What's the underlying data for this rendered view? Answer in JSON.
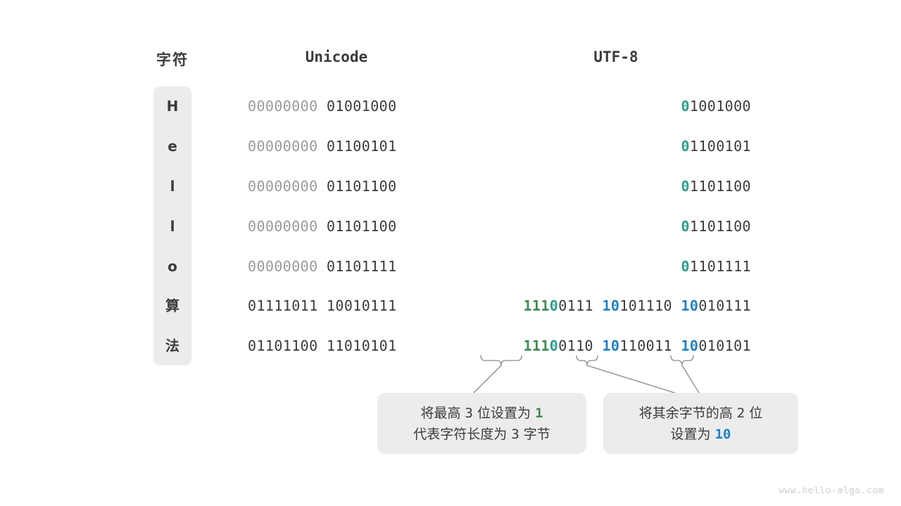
{
  "headers": {
    "char": "字符",
    "unicode": "Unicode",
    "utf8": "UTF-8"
  },
  "colors": {
    "dim": "#9a9a9a",
    "dark": "#3b3b3b",
    "teal": "#2f9e8d",
    "green": "#3d8b4f",
    "blue": "#1f81c2",
    "pill_bg": "#ececec",
    "watermark": "#cfcfcf"
  },
  "rows": [
    {
      "char": "H",
      "unicode": {
        "high": "00000000",
        "low": "01001000"
      },
      "utf8": [
        {
          "prefix": "0",
          "prefix_color": "teal",
          "rest": "1001000"
        }
      ]
    },
    {
      "char": "e",
      "unicode": {
        "high": "00000000",
        "low": "01100101"
      },
      "utf8": [
        {
          "prefix": "0",
          "prefix_color": "teal",
          "rest": "1100101"
        }
      ]
    },
    {
      "char": "l",
      "unicode": {
        "high": "00000000",
        "low": "01101100"
      },
      "utf8": [
        {
          "prefix": "0",
          "prefix_color": "teal",
          "rest": "1101100"
        }
      ]
    },
    {
      "char": "l",
      "unicode": {
        "high": "00000000",
        "low": "01101100"
      },
      "utf8": [
        {
          "prefix": "0",
          "prefix_color": "teal",
          "rest": "1101100"
        }
      ]
    },
    {
      "char": "o",
      "unicode": {
        "high": "00000000",
        "low": "01101111"
      },
      "utf8": [
        {
          "prefix": "0",
          "prefix_color": "teal",
          "rest": "1101111"
        }
      ]
    },
    {
      "char": "算",
      "unicode": {
        "high": "01111011",
        "low": "10010111"
      },
      "utf8": [
        {
          "prefix": "111",
          "prefix_color": "green",
          "prefix2": "0",
          "prefix2_color": "teal",
          "rest": "0111"
        },
        {
          "prefix": "10",
          "prefix_color": "blue",
          "rest": "101110"
        },
        {
          "prefix": "10",
          "prefix_color": "blue",
          "rest": "010111"
        }
      ]
    },
    {
      "char": "法",
      "unicode": {
        "high": "01101100",
        "low": "11010101"
      },
      "utf8": [
        {
          "prefix": "111",
          "prefix_color": "green",
          "prefix2": "0",
          "prefix2_color": "teal",
          "rest": "0110"
        },
        {
          "prefix": "10",
          "prefix_color": "blue",
          "rest": "110011"
        },
        {
          "prefix": "10",
          "prefix_color": "blue",
          "rest": "010101"
        }
      ]
    }
  ],
  "callouts": [
    {
      "line1_a": "将最高 ",
      "line1_num": "3",
      "line1_b": " 位设置为 ",
      "line1_hl": "1",
      "line1_hl_color": "green",
      "line2_a": "代表字符长度为 ",
      "line2_num": "3",
      "line2_b": " 字节"
    },
    {
      "line1_a": "将其余字节的高 ",
      "line1_num": "2",
      "line1_b": " 位",
      "line2_a": "设置为 ",
      "line2_hl": "10",
      "line2_hl_color": "blue"
    }
  ],
  "watermark": "www.hello-algo.com"
}
